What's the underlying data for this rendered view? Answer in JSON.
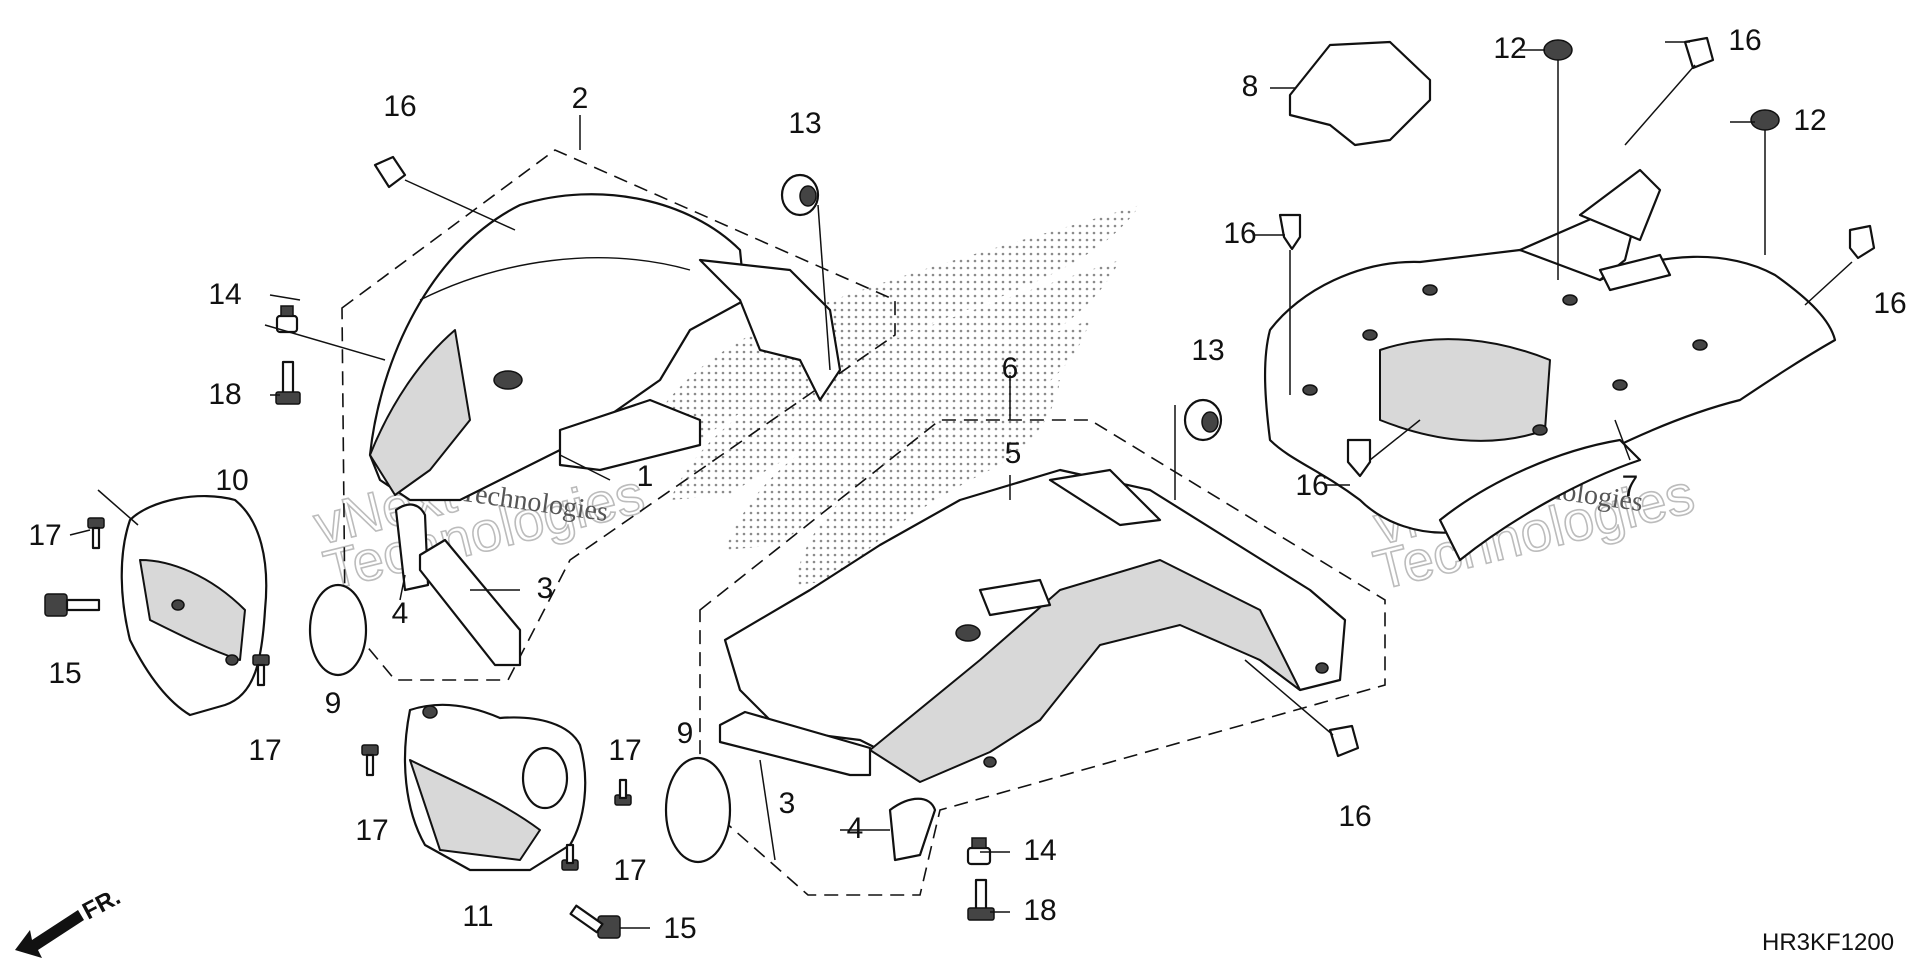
{
  "callouts": [
    {
      "label": "1"
    },
    {
      "label": "2"
    },
    {
      "label": "3"
    },
    {
      "label": "3"
    },
    {
      "label": "4"
    },
    {
      "label": "4"
    },
    {
      "label": "5"
    },
    {
      "label": "6"
    },
    {
      "label": "7"
    },
    {
      "label": "8"
    },
    {
      "label": "9"
    },
    {
      "label": "9"
    },
    {
      "label": "10"
    },
    {
      "label": "11"
    },
    {
      "label": "12"
    },
    {
      "label": "12"
    },
    {
      "label": "13"
    },
    {
      "label": "13"
    },
    {
      "label": "14"
    },
    {
      "label": "14"
    },
    {
      "label": "15"
    },
    {
      "label": "15"
    },
    {
      "label": "16"
    },
    {
      "label": "16"
    },
    {
      "label": "16"
    },
    {
      "label": "16"
    },
    {
      "label": "16"
    },
    {
      "label": "16"
    },
    {
      "label": "17"
    },
    {
      "label": "17"
    },
    {
      "label": "17"
    },
    {
      "label": "17"
    },
    {
      "label": "17"
    },
    {
      "label": "18"
    },
    {
      "label": "18"
    }
  ],
  "front_indicator": "FR.",
  "diagram_code": "HR3KF1200",
  "watermarks": [
    "vNext Technologies",
    "vNext Technologies"
  ],
  "colors": {
    "line": "#111111",
    "background": "#ffffff",
    "watermark": "#bcbcbc"
  }
}
